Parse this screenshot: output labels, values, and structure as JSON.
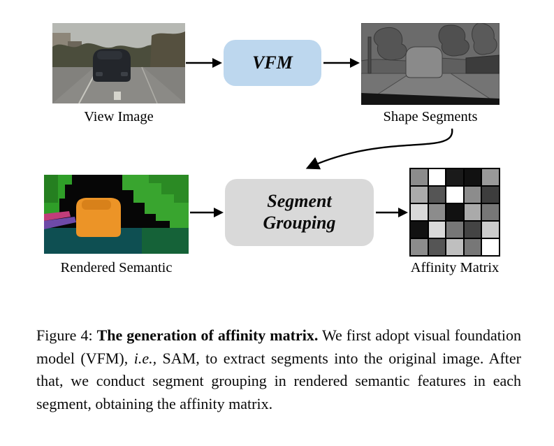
{
  "figure": {
    "top_row": {
      "view_image_label": "View Image",
      "vfm_label": "VFM",
      "shape_segments_label": "Shape Segments"
    },
    "bottom_row": {
      "rendered_semantic_label": "Rendered Semantic",
      "segment_grouping_label": "Segment Grouping",
      "affinity_matrix_label": "Affinity Matrix"
    },
    "colors": {
      "vfm_box_bg": "#bdd7ee",
      "segment_grouping_box_bg": "#d9d9d9",
      "arrow": "#000000"
    },
    "affinity_matrix": {
      "rows": 5,
      "cols": 5,
      "cells": [
        [
          "#8c8c8c",
          "#ffffff",
          "#1a1a1a",
          "#111111",
          "#999999"
        ],
        [
          "#aaaaaa",
          "#555555",
          "#ffffff",
          "#8c8c8c",
          "#3d3d3d"
        ],
        [
          "#d9d9d9",
          "#8c8c8c",
          "#111111",
          "#aaaaaa",
          "#777777"
        ],
        [
          "#111111",
          "#d9d9d9",
          "#777777",
          "#444444",
          "#cccccc"
        ],
        [
          "#8c8c8c",
          "#555555",
          "#bfbfbf",
          "#777777",
          "#ffffff"
        ]
      ]
    }
  },
  "caption": {
    "prefix": "Figure 4: ",
    "bold_title": "The generation of affinity matrix.",
    "body_1": " We first adopt visual foundation model (VFM), ",
    "italic_ie": "i.e.,",
    "body_2": " SAM, to extract segments into the original image. After that, we conduct segment grouping in rendered semantic features in each segment, obtaining the affinity matrix."
  }
}
